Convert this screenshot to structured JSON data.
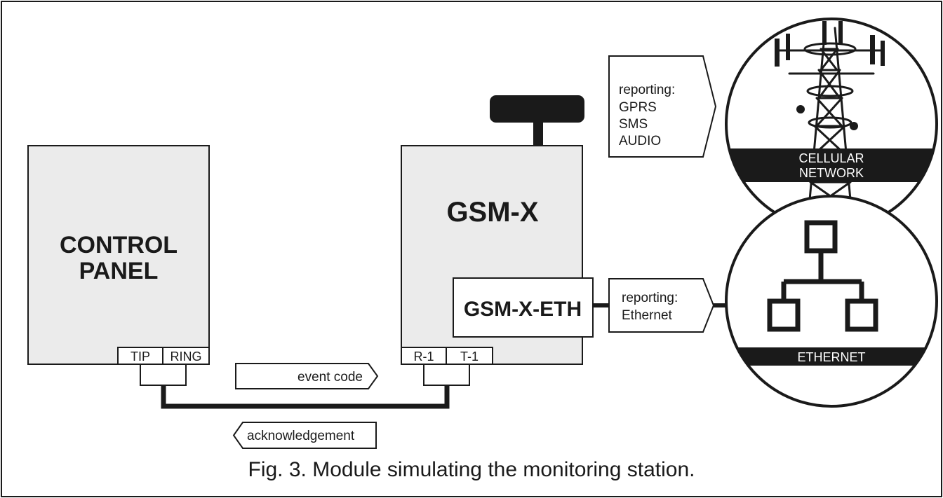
{
  "control_panel": {
    "title_line1": "CONTROL",
    "title_line2": "PANEL",
    "terminal_tip": "TIP",
    "terminal_ring": "RING"
  },
  "gsm_module": {
    "title": "GSM-X",
    "terminal_r1": "R-1",
    "terminal_t1": "T-1",
    "eth_module_label": "GSM-X-ETH"
  },
  "messages": {
    "event_code": "event code",
    "acknowledgement": "acknowledgement"
  },
  "reporting_cellular": {
    "line1": "reporting:",
    "line2": "GPRS",
    "line3": "SMS",
    "line4": "AUDIO"
  },
  "reporting_ethernet": {
    "line1": "reporting:",
    "line2": "Ethernet"
  },
  "cellular_network": {
    "label_line1": "CELLULAR",
    "label_line2": "NETWORK",
    "icon": "cell-tower-icon"
  },
  "ethernet_network": {
    "label": "ETHERNET",
    "icon": "network-topology-icon"
  },
  "caption": "Fig. 3. Module simulating the monitoring station.",
  "colors": {
    "box_fill": "#ebebeb",
    "stroke": "#1a1a1a",
    "label_bar": "#1a1a1a",
    "background": "#ffffff"
  }
}
